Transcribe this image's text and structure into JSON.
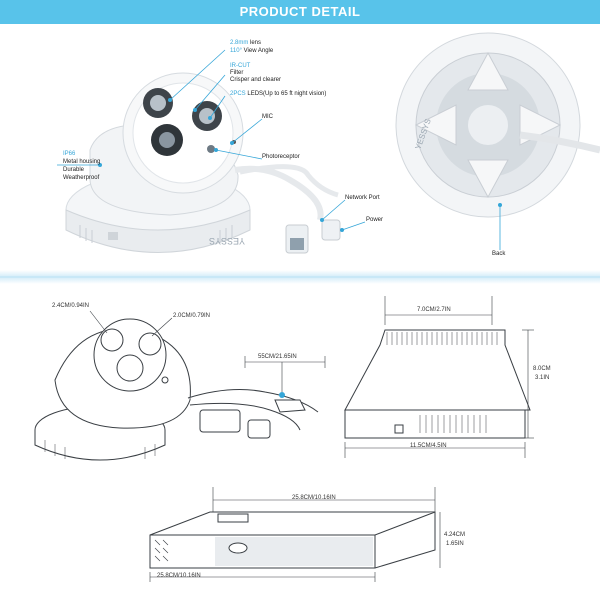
{
  "header": {
    "title": "PRODUCT DETAIL",
    "background": "#58c3ea"
  },
  "accent_color": "#35a6d8",
  "top_left": {
    "lens_value": "2.8mm",
    "lens_label": "lens",
    "view_angle_value": "110°",
    "view_angle_label": "View Angle",
    "ircut_value": "IR-CUT",
    "filter_label": "Filter",
    "filter_desc": "Crisper and clearer",
    "leds_value": "2PCS",
    "leds_label": "LEDS(Up to 65 ft night vision)",
    "mic": "MIC",
    "photoreceptor": "Photoreceptor",
    "ip66": "IP66",
    "housing": "Metal housing",
    "durable": "Durable",
    "weatherproof": "Weatherproof",
    "network_port": "Network Port",
    "power": "Power",
    "brand": "YESSYS"
  },
  "top_right": {
    "back": "Back",
    "brand": "YESSYS"
  },
  "dimensions": {
    "front_large": "2.4CM/0.94IN",
    "front_small": "2.0CM/0.79IN",
    "cable": "55CM/21.65IN",
    "top_width": "7.0CM/2.7IN",
    "height_cm": "8.0CM",
    "height_in": "3.1IN",
    "base_width": "11.5CM/4.5IN",
    "box_length_top": "25.8CM/10.16IN",
    "box_height_cm": "4.24CM",
    "box_height_in": "1.65IN",
    "box_length_bottom": "25.8CM/10.16IN"
  }
}
